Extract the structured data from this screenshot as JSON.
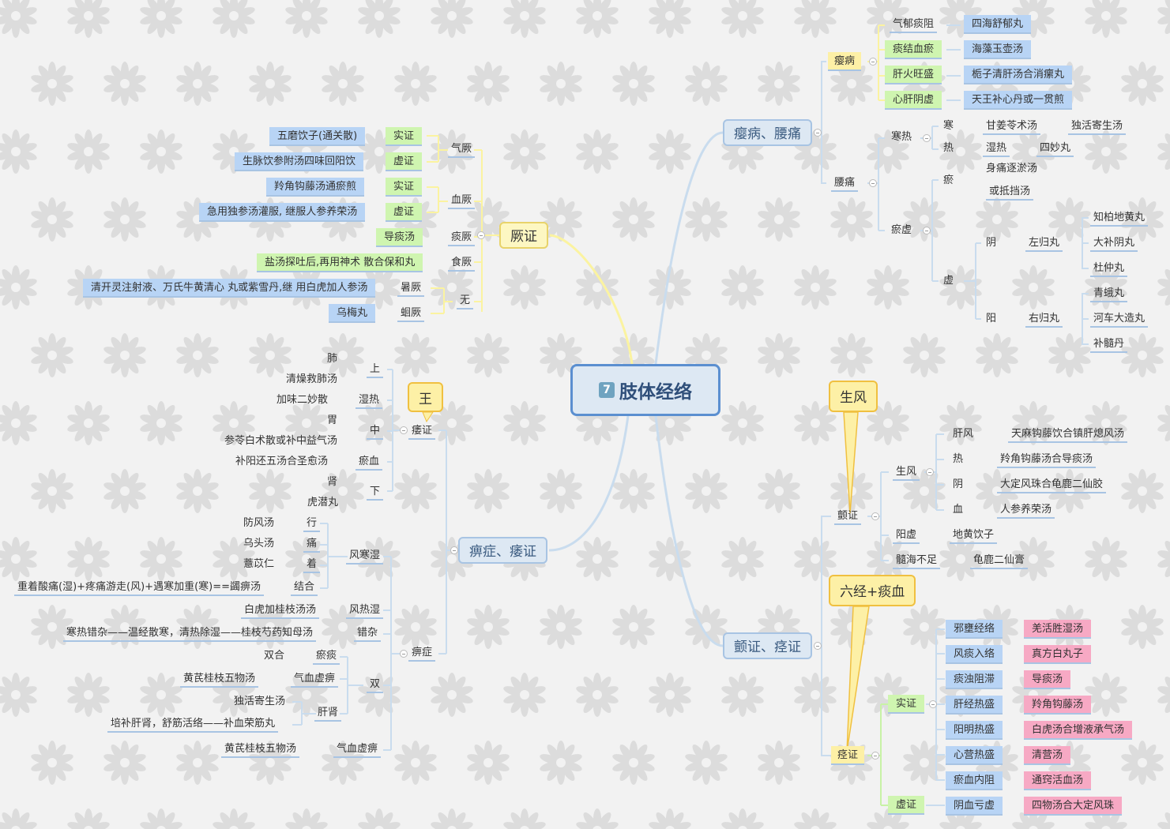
{
  "center": {
    "badge": "7",
    "title": "肢体经络"
  },
  "callouts": {
    "wang": "王",
    "shengfeng": "生风",
    "liujing": "六经+痰血"
  },
  "jue": {
    "title": "厥证",
    "qijue": "气厥",
    "xuejue": "血厥",
    "tanjue": "痰厥",
    "shijue": "食厥",
    "wu": "无",
    "shuju": "暑厥",
    "huijue": "蛔厥",
    "shi": "实证",
    "xu": "虚证",
    "wumo": "五磨饮子(通关散)",
    "shengmai": "生脉饮参附汤四味回阳饮",
    "lingjiao": "羚角钩藤汤通瘀煎",
    "jiyong": "急用独参汤灌服, 继服人参养荣汤",
    "daotan": "导痰汤",
    "yantang": "盐汤探吐后,再用神术 散合保和丸",
    "qingkai": "清开灵注射液、万氏牛黄清心 丸或紫雪丹,继 用白虎加人参汤",
    "wumei": "乌梅丸"
  },
  "bi": {
    "title": "痹症、痿证",
    "wei": "痿证",
    "bizheng": "痹症",
    "shang": "上",
    "fei": "肺",
    "qingzao": "清燥救肺汤",
    "shire": "湿热",
    "jiawei": "加味二妙散",
    "zhong": "中",
    "wei2": "胃",
    "shenling": "参苓白术散或补中益气汤",
    "yuxue": "瘀血",
    "buyang": "补阳还五汤合圣愈汤",
    "xia": "下",
    "shen": "肾",
    "huqian": "虎潜丸",
    "fenghanshi": "风寒湿",
    "xing": "行",
    "tong": "痛",
    "zhe": "着",
    "jiehe": "结合",
    "fangfeng": "防风汤",
    "wutou": "乌头汤",
    "yiyi": "薏苡仁",
    "zhongzhuo": "重着酸痛(湿)+疼痛游走(风)+遇寒加重(寒)==蠲痹汤",
    "fengrehe": "风热湿",
    "baihugui": "白虎加桂枝汤汤",
    "cuoza": "错杂",
    "hanre": "寒热错杂——温经散寒，清热除湿——桂枝芍药知母汤",
    "shuang": "双",
    "yutan": "瘀痰",
    "shuanghe": "双合",
    "qixue": "气血虚痹",
    "huangqi": "黄芪桂枝五物汤",
    "ganshen": "肝肾",
    "duhuo": "独活寄生汤",
    "peibu": "培补肝肾，舒筋活络——补血荣筋丸",
    "qixue2": "气血虚痹",
    "huangqi2": "黄芪桂枝五物汤"
  },
  "ying": {
    "title": "瘿病、腰痛",
    "yingbing": "瘿病",
    "qiyu": "气郁痰阻",
    "siha": "四海舒郁丸",
    "tanjie": "痰结血瘀",
    "haizao": "海藻玉壶汤",
    "ganhuo": "肝火旺盛",
    "zhizi": "栀子清肝汤合消瘰丸",
    "xingan": "心肝阴虚",
    "tianwang": "天王补心丹或一贯煎",
    "yaotong": "腰痛",
    "hanre": "寒热",
    "han": "寒",
    "ganjiang": "甘姜苓术汤",
    "duhuo": "独活寄生汤",
    "re": "热",
    "shire": "湿热",
    "simiao": "四妙丸",
    "yuxu": "瘀虚",
    "yu": "瘀",
    "shentong": "身痛逐淤汤",
    "huodi": "或抵挡汤",
    "xu": "虚",
    "yin": "阴",
    "zuogui": "左归丸",
    "zhibai": "知柏地黄丸",
    "dabu": "大补阴丸",
    "duzhong": "杜仲丸",
    "yang": "阳",
    "yougui": "右归丸",
    "qinge": "青蛾丸",
    "heche": "河车大造丸",
    "busui": "补髓丹"
  },
  "chan": {
    "title": "颤证、痉证",
    "chanzheng": "颤证",
    "shengfeng": "生风",
    "ganfeng": "肝风",
    "tianma": "天麻钩藤饮合镇肝熄风汤",
    "re": "热",
    "lingjiao": "羚角钩藤汤合导痰汤",
    "yin": "阴",
    "dading": "大定风珠合龟鹿二仙胶",
    "xue": "血",
    "renshen": "人参养荣汤",
    "yangxu": "阳虚",
    "dihuang": "地黄饮子",
    "suihai": "髓海不足",
    "guilu": "龟鹿二仙膏",
    "jingzheng": "痉证",
    "shizheng": "实证",
    "xuzheng": "虚证",
    "xieyong": "邪壅经络",
    "qianghuo": "羌活胜湿汤",
    "fengtan": "风痰入络",
    "zhenfang": "真方白丸子",
    "tanzhuo": "痰浊阻滞",
    "daotan": "导痰汤",
    "ganjing": "肝经热盛",
    "lingjiao2": "羚角钩藤汤",
    "yangming": "阳明热盛",
    "baihu": "白虎汤合增液承气汤",
    "xinying": "心营热盛",
    "qingying": "清营汤",
    "yuxue": "瘀血内阻",
    "tongqiao": "通窍活血汤",
    "yinxue": "阴血亏虚",
    "siwu": "四物汤合大定风珠"
  }
}
